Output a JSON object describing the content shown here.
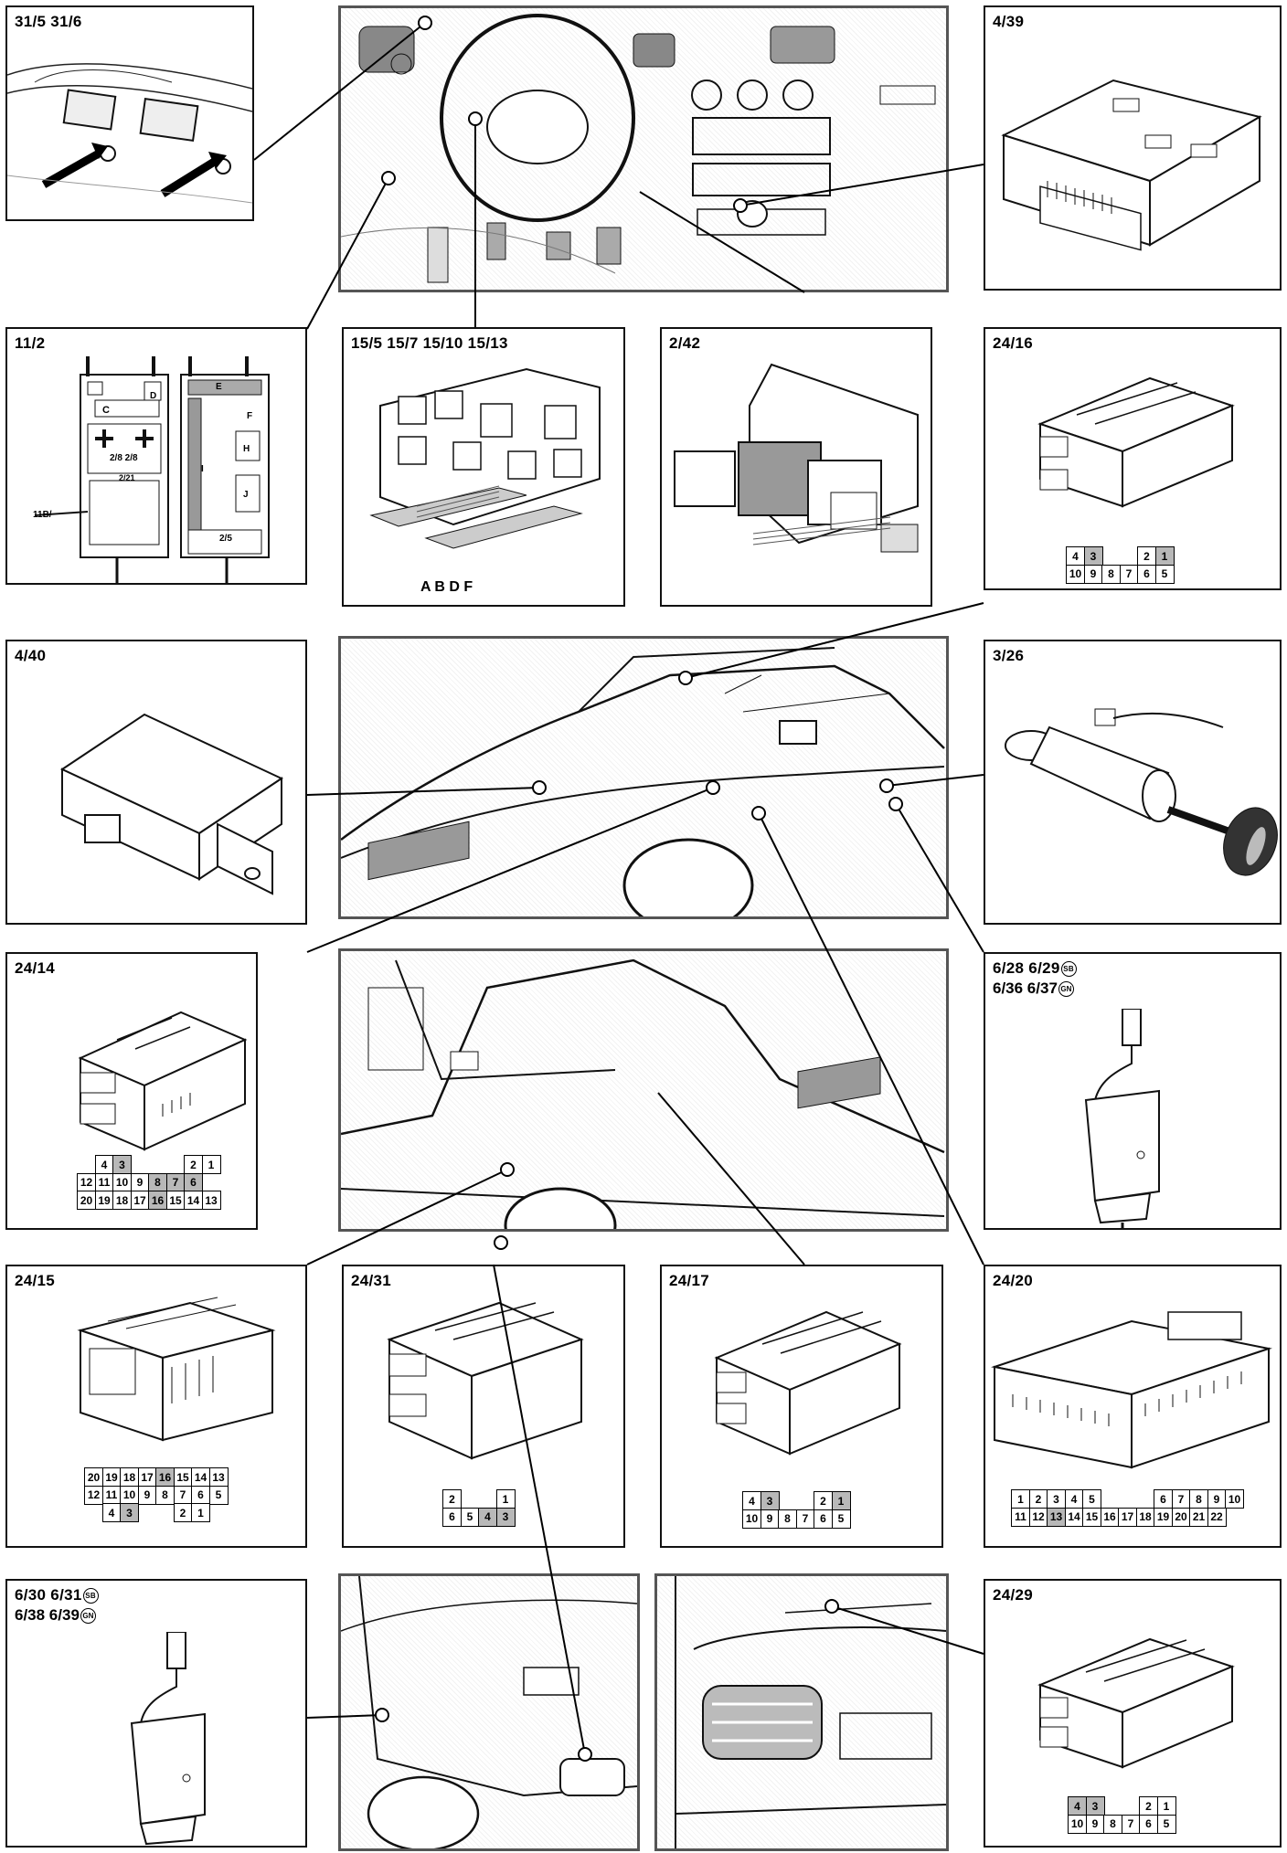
{
  "panels": {
    "p_31": {
      "label": "31/5  31/6"
    },
    "p_439": {
      "label": "4/39"
    },
    "p_112": {
      "label": "11/2",
      "fuse_labels": {
        "c": "C",
        "d": "D",
        "e": "E",
        "f": "F",
        "h": "H",
        "i": "I",
        "j": "J",
        "r28": "2/8  2/8",
        "r221": "2/21",
        "r25": "2/5",
        "s11b": "11B/"
      }
    },
    "p_15": {
      "label": "15/5 15/7 15/10 15/13",
      "sub": "A B  D F"
    },
    "p_242": {
      "label": "2/42"
    },
    "p_2416": {
      "label": "24/16"
    },
    "p_440": {
      "label": "4/40"
    },
    "p_326": {
      "label": "3/26"
    },
    "p_2414": {
      "label": "24/14"
    },
    "p_628": {
      "line1": "6/28 6/29",
      "line1_badge": "SB",
      "line2": "6/36 6/37",
      "line2_badge": "GN"
    },
    "p_2415": {
      "label": "24/15"
    },
    "p_2431": {
      "label": "24/31"
    },
    "p_2417": {
      "label": "24/17"
    },
    "p_2420": {
      "label": "24/20"
    },
    "p_630": {
      "line1": "6/30 6/31",
      "line1_badge": "SB",
      "line2": "6/38 6/39",
      "line2_badge": "GN"
    },
    "p_2429": {
      "label": "24/29"
    }
  },
  "pin_grids": {
    "g2416": [
      [
        "4",
        "3s",
        "_",
        "_",
        "2",
        "1s"
      ],
      [
        "10",
        "9",
        "8",
        "7",
        "6",
        "5"
      ]
    ],
    "g2414": [
      [
        "_",
        "4",
        "3s",
        "_",
        "_",
        "_",
        "2",
        "1"
      ],
      [
        "12",
        "11",
        "10",
        "9",
        "8s",
        "7s",
        "6s"
      ],
      [
        "20",
        "19",
        "18",
        "17",
        "16s",
        "15",
        "14",
        "13"
      ]
    ],
    "g2415": [
      [
        "20",
        "19",
        "18",
        "17",
        "16s",
        "15",
        "14",
        "13"
      ],
      [
        "12",
        "11",
        "10",
        "9",
        "8",
        "7",
        "6",
        "5"
      ],
      [
        "_",
        "4",
        "3s",
        "_",
        "_",
        "2",
        "1"
      ]
    ],
    "g2431": [
      [
        "2",
        "_",
        "_",
        "1"
      ],
      [
        "6",
        "5",
        "4s",
        "3s"
      ]
    ],
    "g2417": [
      [
        "4",
        "3s",
        "_",
        "_",
        "2",
        "1s"
      ],
      [
        "10",
        "9",
        "8",
        "7",
        "6",
        "5"
      ]
    ],
    "g2420": [
      [
        "1",
        "2",
        "3",
        "4",
        "5",
        "_",
        "_",
        "_",
        "6",
        "7",
        "8",
        "9",
        "10"
      ],
      [
        "11",
        "12",
        "13s",
        "14",
        "15",
        "16",
        "17",
        "18",
        "19",
        "20",
        "21",
        "22"
      ]
    ],
    "g2429": [
      [
        "4s",
        "3s",
        "_",
        "_",
        "2",
        "1"
      ],
      [
        "10",
        "9",
        "8",
        "7",
        "6",
        "5"
      ]
    ]
  },
  "colors": {
    "border": "#111111",
    "shaded_pin": "#b8b8b8",
    "photo_border": "#555555"
  }
}
